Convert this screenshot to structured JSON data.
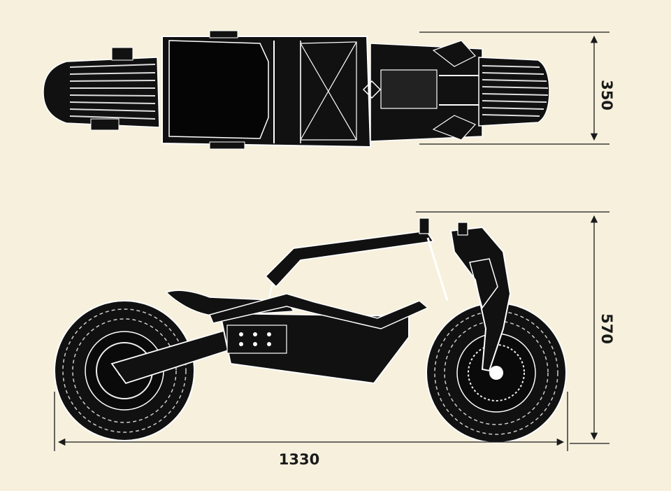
{
  "dimensions": {
    "width_label": "350",
    "height_label": "570",
    "length_label": "1330"
  },
  "views": {
    "top": "top-view",
    "side": "side-view"
  },
  "colors": {
    "paper": "#f6f0dd",
    "ink": "#111111",
    "outline": "#ffffff",
    "dimension_line": "#1a1a1a"
  }
}
